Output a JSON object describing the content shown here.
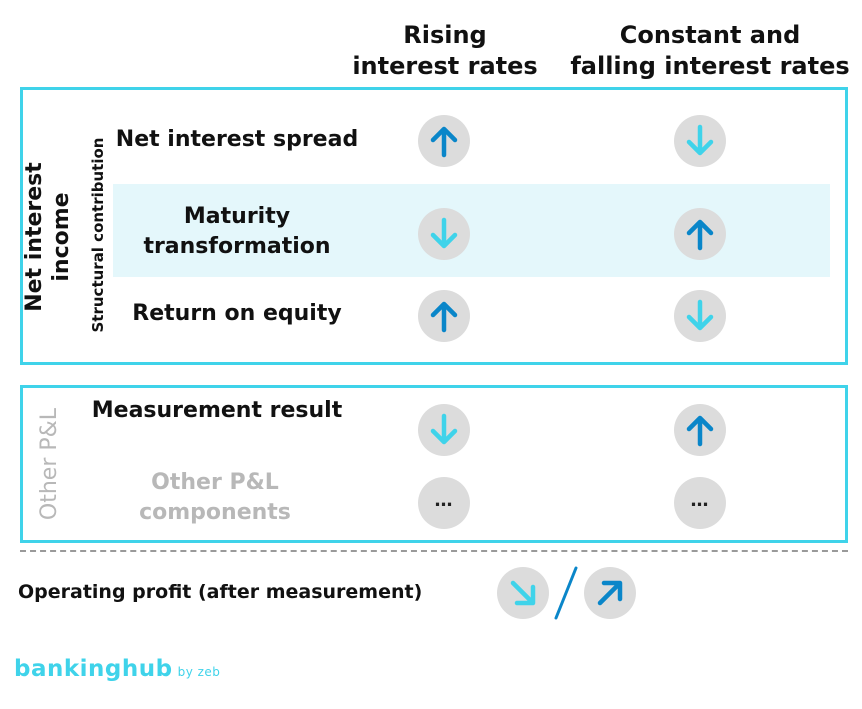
{
  "columns": {
    "rising": [
      "Rising",
      "interest rates"
    ],
    "falling": [
      "Constant and",
      "falling interest rates"
    ]
  },
  "section1": {
    "vertical_label": [
      "Net interest",
      "income"
    ],
    "sub_vertical_label": "Structural contribution",
    "rows": [
      {
        "label": [
          "Net interest spread"
        ],
        "rising": "up",
        "falling": "down"
      },
      {
        "label": [
          "Maturity",
          "transformation"
        ],
        "rising": "down",
        "falling": "up"
      },
      {
        "label": [
          "Return on equity"
        ],
        "rising": "up",
        "falling": "down"
      }
    ]
  },
  "section2": {
    "vertical_label": "Other P&L",
    "rows": [
      {
        "label": [
          "Measurement result"
        ],
        "rising": "down",
        "falling": "up"
      },
      {
        "label": [
          "Other P&L",
          "components"
        ],
        "rising": "…",
        "falling": "…"
      }
    ]
  },
  "operating_profit": {
    "label": "Operating profit (after measurement)",
    "separator": "/",
    "indicators": [
      "down-right",
      "up-right"
    ]
  },
  "logo": {
    "name": "bankinghub",
    "suffix": "by zeb"
  },
  "colors": {
    "accent_cyan": "#3fd3ea",
    "arrow_blue": "#0a86c9",
    "arrow_light": "#3fd3ea",
    "circle_grey": "#dcdcdc",
    "highlight": "#e4f7fb"
  }
}
